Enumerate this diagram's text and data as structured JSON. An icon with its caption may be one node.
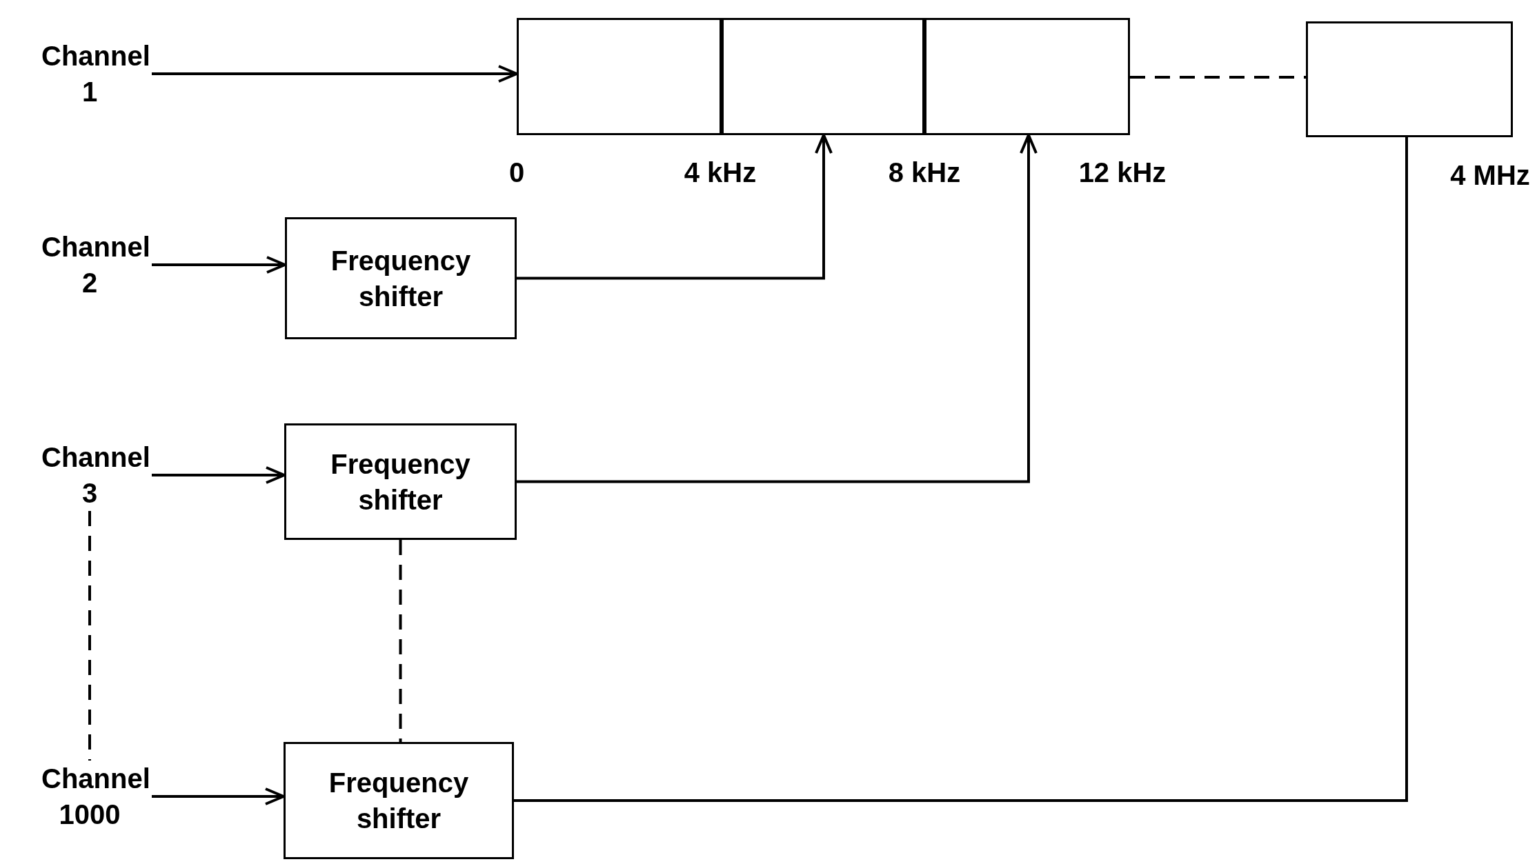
{
  "diagram": {
    "nodes": [
      {
        "text": [
          "Channel 1"
        ]
      },
      {
        "text": [],
        "shape": "box"
      },
      {
        "text": [],
        "shape": "box"
      },
      {
        "text": [],
        "shape": "box"
      },
      {
        "text": [],
        "shape": "box"
      },
      {
        "text": [
          "Channel 2"
        ]
      },
      {
        "text": [
          "Frequency shifter"
        ]
      },
      {
        "text": [
          "Channel 3"
        ]
      },
      {
        "text": [
          "Frequency shifter"
        ]
      },
      {
        "text": [
          "Channel 1000"
        ]
      },
      {
        "text": [
          "Frequency shifter"
        ]
      }
    ],
    "edges": [
      {
        "from": 0,
        "to": 1,
        "arrow": "to"
      },
      {
        "from": 3,
        "to": 4,
        "arrow": "none",
        "style": "dashed"
      },
      {
        "from": 5,
        "to": 6,
        "arrow": "to"
      },
      {
        "from": 6,
        "to": 2,
        "arrow": "to"
      },
      {
        "from": 7,
        "to": 8,
        "arrow": "to"
      },
      {
        "from": 8,
        "to": 3,
        "arrow": "to"
      },
      {
        "from": 7,
        "to": 9,
        "arrow": "none",
        "style": "dashed"
      },
      {
        "from": 8,
        "to": 10,
        "arrow": "none",
        "style": "dashed"
      },
      {
        "from": 9,
        "to": 10,
        "arrow": "to"
      },
      {
        "from": 10,
        "to": 4,
        "arrow": "none"
      }
    ],
    "labels": [
      "0",
      "4 kHz",
      "8 kHz",
      "12 kHz",
      "4 MHz"
    ]
  }
}
